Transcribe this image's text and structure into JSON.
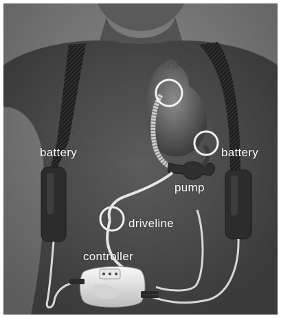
{
  "labels": {
    "battery_left": "battery",
    "battery_right": "battery",
    "pump": "pump",
    "driveline": "driveline",
    "controller": "controller"
  },
  "colors": {
    "background": "#7a7a7a",
    "body": "#4a4a4a",
    "strap": "#232323",
    "cable": "#e6e6e6",
    "highlight_circle": "#f2f2f2",
    "label_text": "#ffffff"
  }
}
